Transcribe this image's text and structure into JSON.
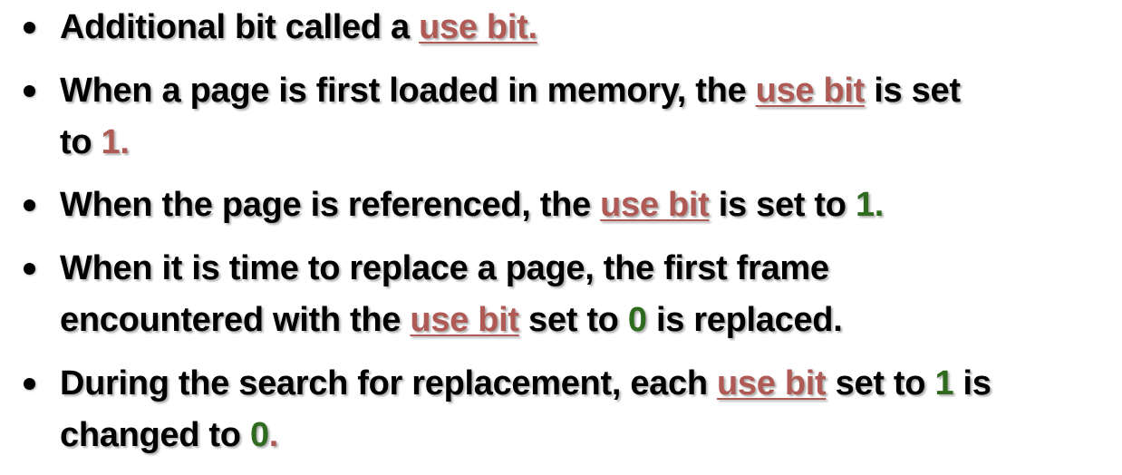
{
  "bullets": [
    {
      "lines": [
        [
          {
            "t": "Additional bit called a ",
            "s": "plain"
          },
          {
            "t": "use bit.",
            "s": "use-bit"
          }
        ]
      ]
    },
    {
      "lines": [
        [
          {
            "t": "When a page is first loaded in memory, the ",
            "s": "plain"
          },
          {
            "t": "use bit",
            "s": "use-bit"
          },
          {
            "t": " is set",
            "s": "plain"
          }
        ],
        [
          {
            "t": "to ",
            "s": "plain"
          },
          {
            "t": "1.",
            "s": "val-red"
          }
        ]
      ]
    },
    {
      "lines": [
        [
          {
            "t": "When the page is referenced, the ",
            "s": "plain"
          },
          {
            "t": "use bit",
            "s": "use-bit"
          },
          {
            "t": " is set to ",
            "s": "plain"
          },
          {
            "t": "1.",
            "s": "val-green"
          }
        ]
      ]
    },
    {
      "lines": [
        [
          {
            "t": "When it is time to replace a page, the first frame",
            "s": "plain"
          }
        ],
        [
          {
            "t": "encountered  with the ",
            "s": "plain"
          },
          {
            "t": "use bit",
            "s": "use-bit"
          },
          {
            "t": " set to ",
            "s": "plain"
          },
          {
            "t": "0",
            "s": "val-green"
          },
          {
            "t": " is replaced.",
            "s": "plain"
          }
        ]
      ]
    },
    {
      "lines": [
        [
          {
            "t": "During the search for replacement, each ",
            "s": "plain"
          },
          {
            "t": "use bit",
            "s": "use-bit"
          },
          {
            "t": " set to ",
            "s": "plain"
          },
          {
            "t": "1",
            "s": "val-green"
          },
          {
            "t": " is",
            "s": "plain"
          }
        ],
        [
          {
            "t": "changed to ",
            "s": "plain"
          },
          {
            "t": "0",
            "s": "val-green"
          },
          {
            "t": ".",
            "s": "val-red"
          }
        ]
      ]
    }
  ]
}
